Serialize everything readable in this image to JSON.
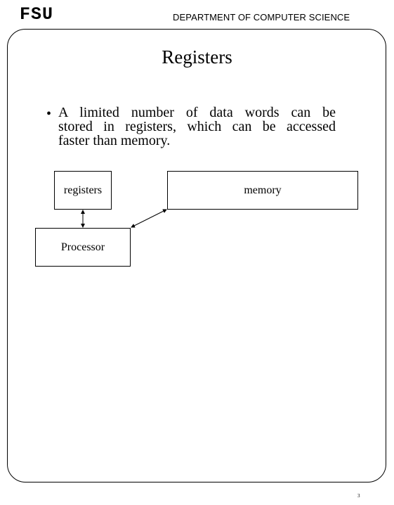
{
  "header": {
    "logo": "FSU",
    "department": "DEPARTMENT OF COMPUTER SCIENCE"
  },
  "slide": {
    "title": "Registers",
    "bullet_symbol": "•",
    "bullet_lines": [
      "A limited number of data words can be",
      "stored in registers, which can be accessed",
      "faster than memory."
    ],
    "diagram": {
      "registers_label": "registers",
      "memory_label": "memory",
      "processor_label": "Processor"
    },
    "page_number": "3"
  }
}
